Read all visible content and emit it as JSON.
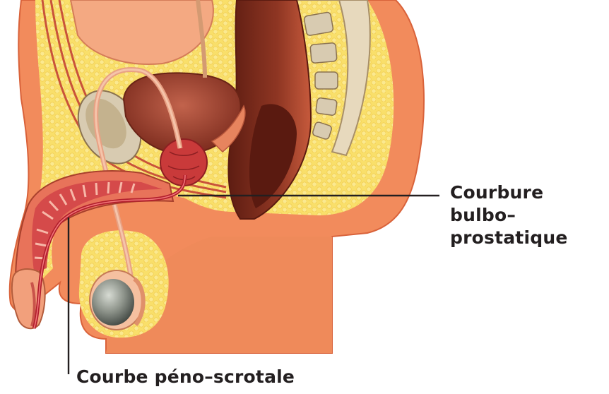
{
  "labels": {
    "bulbo_line1": "Courbure bulbo–",
    "bulbo_line2": "prostatique",
    "peno": "Courbe péno–scrotale"
  },
  "colors": {
    "skin": "#f28b5c",
    "skin_dark": "#d9623a",
    "fat": "#f9df6a",
    "fat_cell": "#fbe98f",
    "muscle": "#c9533a",
    "bladder": "#9b3d2b",
    "rectum": "#7a2a1c",
    "bone": "#d8cbb1",
    "urethra": "#b3202e",
    "testis": "#8f958c",
    "leader_line": "#231f20"
  },
  "icons": [
    "anatomy-illustration"
  ]
}
